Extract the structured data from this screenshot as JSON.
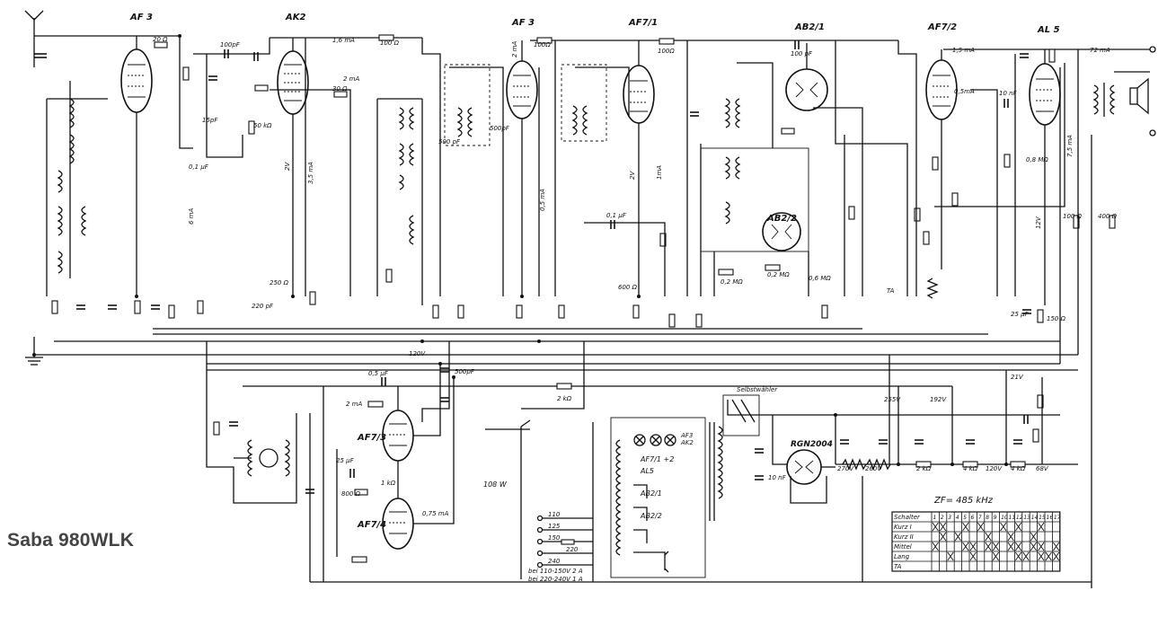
{
  "title": "Saba 980WLK",
  "tubes": [
    {
      "label": "AF 3"
    },
    {
      "label": "AK2"
    },
    {
      "label": "AF 3"
    },
    {
      "label": "AF7/1"
    },
    {
      "label": "AB2/1"
    },
    {
      "label": "AF7/2"
    },
    {
      "label": "AL 5"
    },
    {
      "label": "AB2/2"
    },
    {
      "label": "AF7/3"
    },
    {
      "label": "AF7/4"
    },
    {
      "label": "RGN2004"
    }
  ],
  "component_labels": [
    "20 Ω",
    "100pF",
    "1,6 mA",
    "100 Ω",
    "100Ω",
    "100Ω",
    "100 pF",
    "1,5 mA",
    "72 mA",
    "2 mA",
    "30 Ω",
    "15pF",
    "0,1 µF",
    "50 kΩ",
    "2V",
    "3,5 mA",
    "2 mA",
    "6 mA",
    "500 pF",
    "500pF",
    "2V",
    "0,5 mA",
    "1mA",
    "0,1 µF",
    "600 Ω",
    "0,5mA",
    "10 nF",
    "0,8 MΩ",
    "12V",
    "7,5 mA",
    "100 Ω",
    "400 Ω",
    "120V",
    "500pF",
    "0,5 µF",
    "2 kΩ",
    "2 mA",
    "25 µF",
    "800 Ω",
    "1 kΩ",
    "0,75 mA",
    "108 W",
    "Selbstwähler",
    "255V",
    "192V",
    "21V",
    "68V",
    "270V",
    "260V",
    "2 kΩ",
    "4 kΩ",
    "120V",
    "4 kΩ",
    "10 nF",
    "0,2 MΩ",
    "0,2 MΩ",
    "0,6 MΩ",
    "TA",
    "25 µF",
    "150 Ω",
    "250 Ω",
    "220 pF"
  ],
  "selector": {
    "lamps": [
      "AF3",
      "AK2"
    ],
    "switch_labels": [
      "AF7/1 +2",
      "AL5",
      "AB2/1",
      "AB2/2"
    ],
    "voltage_taps": [
      "110",
      "125",
      "150",
      "220",
      "240"
    ],
    "fuse_note_1": "bei 110-150V 2 A",
    "fuse_note_2": "bei 220-240V 1 A"
  },
  "switch_table": {
    "caption": "ZF= 485 kHz",
    "header": [
      "Schalter",
      "1",
      "2",
      "3",
      "4",
      "5",
      "6",
      "7",
      "8",
      "9",
      "10",
      "11",
      "12",
      "13",
      "14",
      "15",
      "16",
      "17"
    ],
    "rows": [
      {
        "label": "Kurz I",
        "marks": [
          1,
          1,
          0,
          0,
          1,
          0,
          1,
          0,
          0,
          1,
          0,
          1,
          0,
          0,
          1,
          0,
          0
        ]
      },
      {
        "label": "Kurz II",
        "marks": [
          0,
          1,
          0,
          1,
          0,
          0,
          0,
          1,
          0,
          0,
          1,
          0,
          0,
          1,
          0,
          0,
          0
        ]
      },
      {
        "label": "Mittel",
        "marks": [
          1,
          0,
          0,
          0,
          1,
          1,
          0,
          1,
          1,
          0,
          1,
          1,
          0,
          1,
          1,
          0,
          1
        ]
      },
      {
        "label": "Lang",
        "marks": [
          0,
          0,
          1,
          0,
          0,
          1,
          0,
          0,
          1,
          0,
          0,
          1,
          1,
          0,
          1,
          1,
          1
        ]
      },
      {
        "label": "TA",
        "marks": [
          0,
          0,
          0,
          0,
          0,
          0,
          0,
          0,
          0,
          0,
          0,
          0,
          0,
          0,
          0,
          0,
          0
        ]
      }
    ]
  }
}
